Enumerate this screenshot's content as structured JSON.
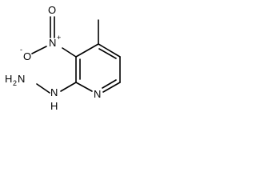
{
  "molecule": {
    "atoms": {
      "nitro_oxygen_top": "O",
      "nitro_oxygen_left": "O",
      "nitro_oxygen_left_charge": "-",
      "nitro_nitrogen": "N",
      "nitro_nitrogen_charge": "+",
      "hydrazine_n": "N",
      "hydrazine_nh": "H",
      "amine_h": "H",
      "amine_n": "N",
      "amine_subscript": "2",
      "ring_nitrogen": "N"
    }
  }
}
